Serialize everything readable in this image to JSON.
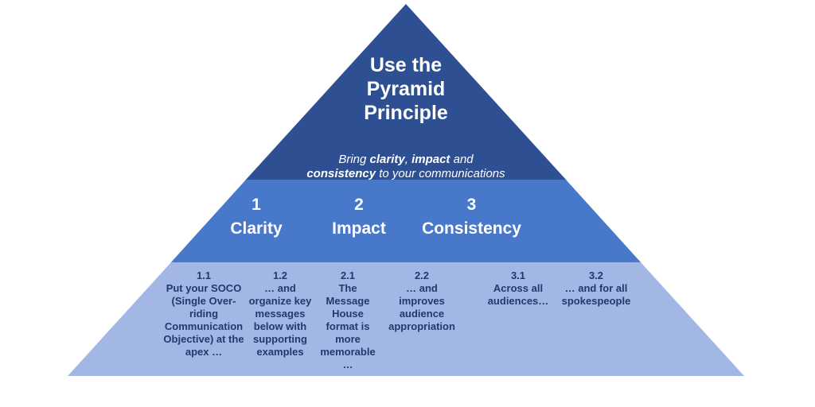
{
  "diagram": {
    "type": "pyramid",
    "colors": {
      "tier1_bg": "#2e5092",
      "tier2_bg": "#4878c9",
      "tier3_bg": "#a3b7e4",
      "light_text": "#ffffff",
      "dark_text": "#1f3a6d"
    },
    "tier1": {
      "title": "Use the\nPyramid\nPrinciple",
      "subtitle": {
        "prefix": "Bring ",
        "bold1": "clarity",
        "sep1": ", ",
        "bold2": "impact",
        "sep2": " and\n",
        "bold3": "consistency",
        "suffix": " to your communications"
      }
    },
    "tier2": {
      "columns": [
        {
          "number": "1",
          "label": "Clarity"
        },
        {
          "number": "2",
          "label": "Impact"
        },
        {
          "number": "3",
          "label": "Consistency"
        }
      ]
    },
    "tier3": {
      "cells": [
        {
          "id": "1.1",
          "text": "Put your SOCO\n(Single Over-\nriding\nCommunication\nObjective) at the\napex …"
        },
        {
          "id": "1.2",
          "text": "… and\norganize key\nmessages\nbelow with\nsupporting\nexamples"
        },
        {
          "id": "2.1",
          "text": "The\nMessage\nHouse\nformat is\nmore\nmemorable\n…"
        },
        {
          "id": "2.2",
          "text": "… and\nimproves\naudience\nappropriation"
        },
        {
          "id": "3.1",
          "text": "Across all\naudiences…"
        },
        {
          "id": "3.2",
          "text": "… and for all\nspokespeople"
        }
      ]
    }
  }
}
